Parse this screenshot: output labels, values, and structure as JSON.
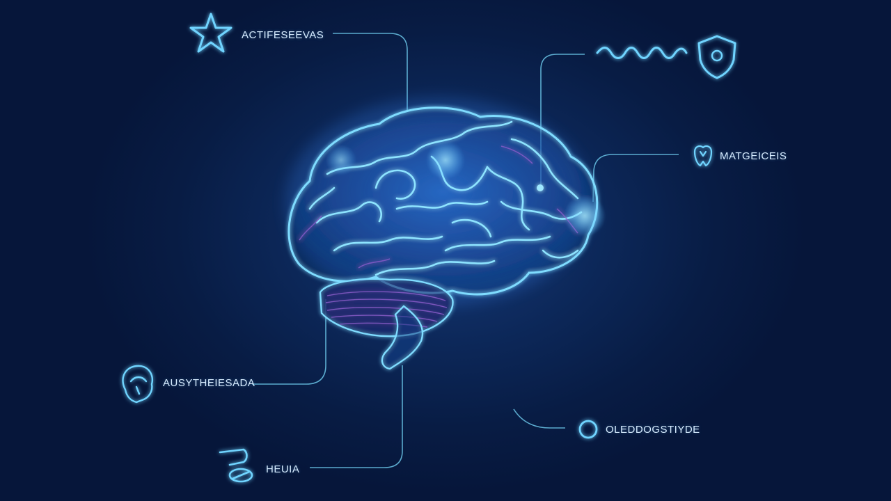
{
  "diagram": {
    "labels": {
      "top_left": "ACTIFESEEVAS",
      "right": "MATGEICEIS",
      "left": "AUSYTHEIESADA",
      "bottom_right": "OLEDDOGSTIYDE",
      "bottom": "HEUIA"
    },
    "icons": {
      "top_left": "star-icon",
      "top_right": "shield-icon",
      "top_right_wave": "wave-icon",
      "right": "tooth-icon",
      "left": "head-icon",
      "bottom_right": "circle-icon",
      "bottom": "pill-icon"
    },
    "colors": {
      "background": "#081c44",
      "glow": "#5fd0ff",
      "line": "#6bc6e8",
      "accent_purple": "#8a5cc9",
      "text": "#d7ecff"
    }
  }
}
